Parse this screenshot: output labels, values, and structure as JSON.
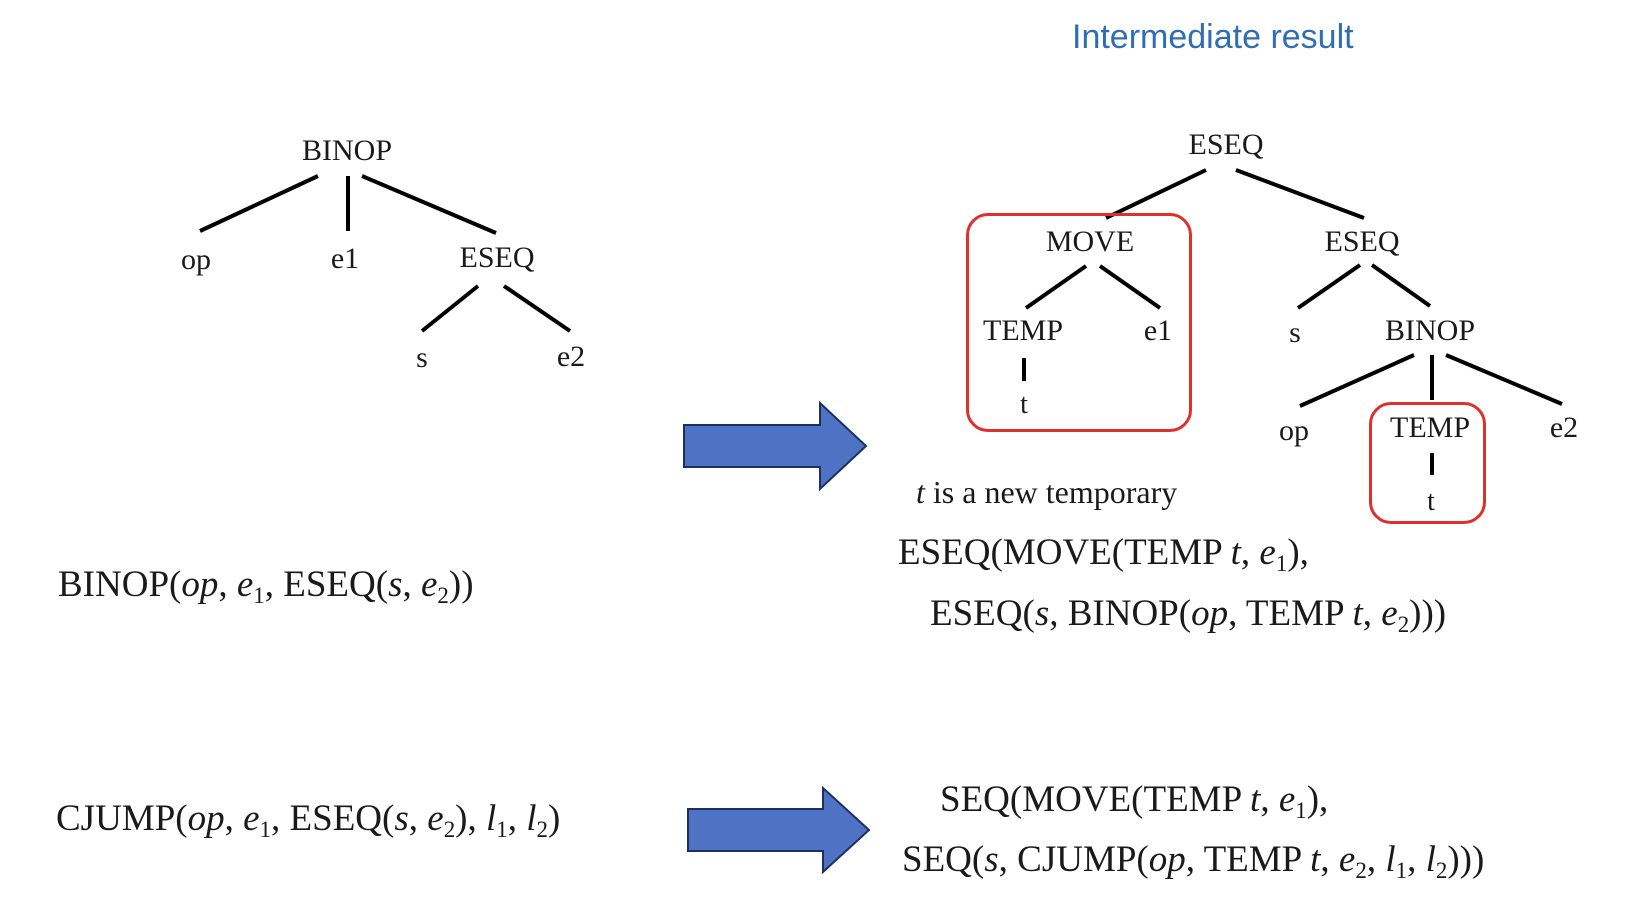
{
  "heading": "Intermediate result",
  "left_tree": {
    "root": "BINOP",
    "children": [
      "op",
      "e1",
      "ESEQ"
    ],
    "eseq_children": [
      "s",
      "e2"
    ]
  },
  "right_tree": {
    "root": "ESEQ",
    "move": "MOVE",
    "temp_left": "TEMP",
    "e1": "e1",
    "t_left": "t",
    "eseq_inner": "ESEQ",
    "s": "s",
    "binop": "BINOP",
    "op": "op",
    "temp_right": "TEMP",
    "e2": "e2",
    "t_right": "t"
  },
  "note": {
    "var": "t",
    "text": " is a new temporary"
  },
  "colors": {
    "arrow_fill": "#4f73c4",
    "arrow_stroke": "#1c2f5e",
    "highlight_box": "#e0302c",
    "heading": "#2f6db5"
  },
  "icons": [
    "right-arrow-icon",
    "right-arrow-icon"
  ]
}
